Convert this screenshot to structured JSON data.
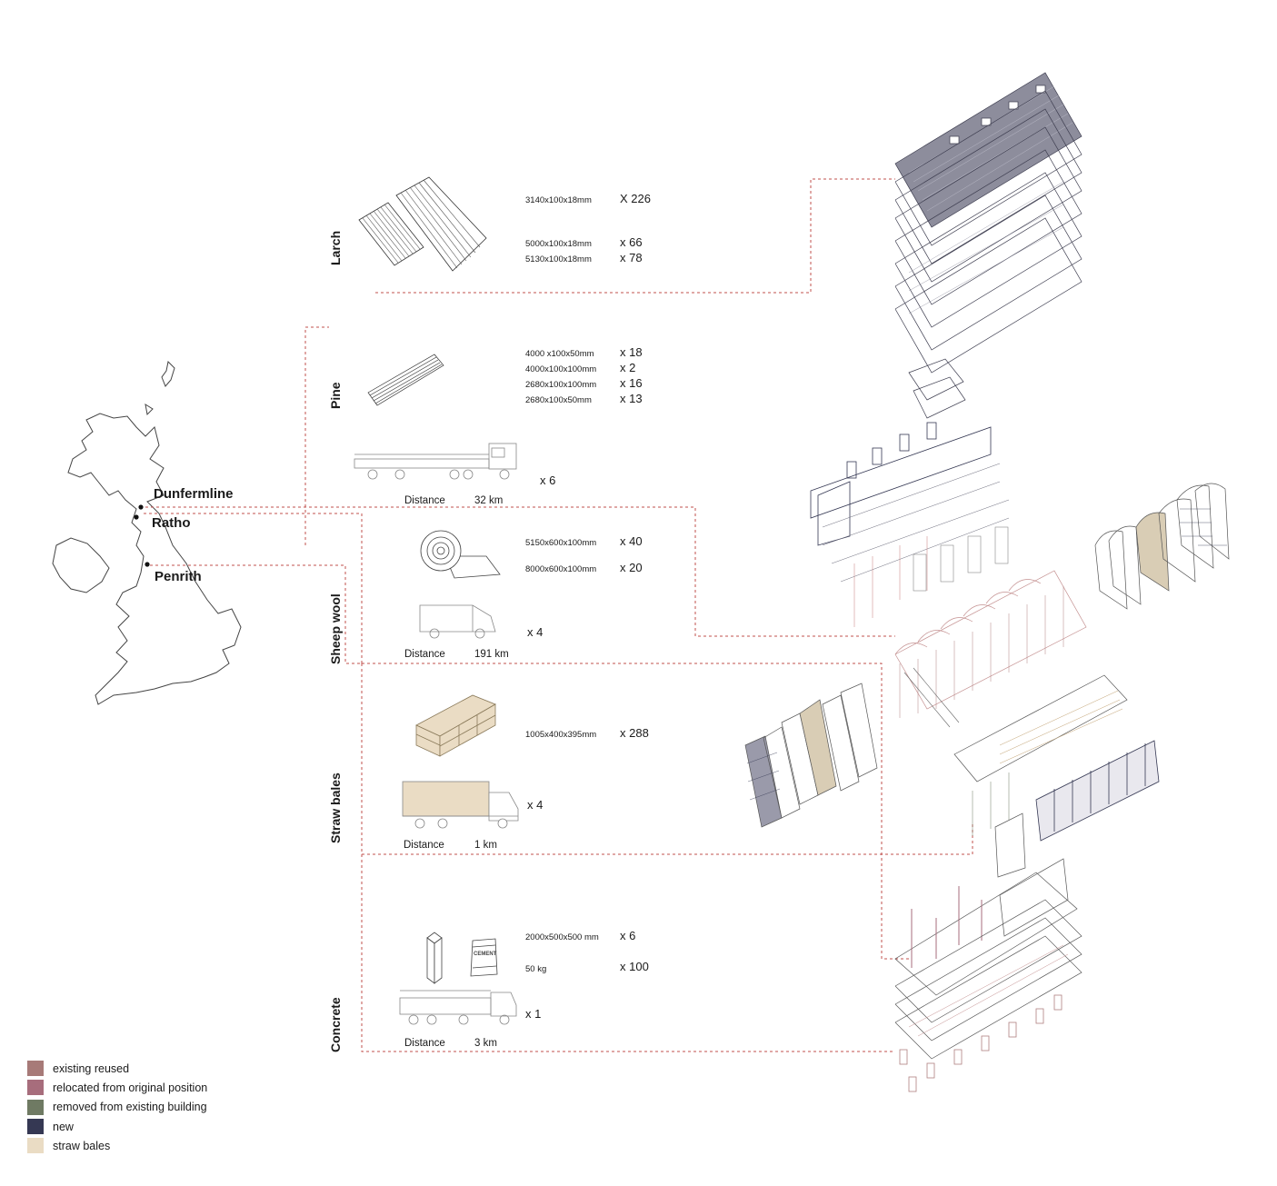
{
  "map": {
    "cities": [
      {
        "name": "Dunfermline"
      },
      {
        "name": "Ratho"
      },
      {
        "name": "Penrith"
      }
    ]
  },
  "materials": [
    {
      "name": "Larch",
      "items": [
        {
          "dims": "3140x100x18mm",
          "qty": "X 226"
        },
        {
          "dims": "5000x100x18mm",
          "qty": "x 66"
        },
        {
          "dims": "5130x100x18mm",
          "qty": "x 78"
        }
      ]
    },
    {
      "name": "Pine",
      "items": [
        {
          "dims": "4000 x100x50mm",
          "qty": "x 18"
        },
        {
          "dims": "4000x100x100mm",
          "qty": "x 2"
        },
        {
          "dims": "2680x100x100mm",
          "qty": "x 16"
        },
        {
          "dims": "2680x100x50mm",
          "qty": "x 13"
        }
      ],
      "transport": {
        "label": "Distance",
        "distance": "32 km",
        "trips": "x 6",
        "vehicle": "flatbed-truck-icon"
      }
    },
    {
      "name": "Sheep wool",
      "items": [
        {
          "dims": "5150x600x100mm",
          "qty": "x 40"
        },
        {
          "dims": "8000x600x100mm",
          "qty": "x 20"
        }
      ],
      "transport": {
        "label": "Distance",
        "distance": "191 km",
        "trips": "x 4",
        "vehicle": "van-icon"
      }
    },
    {
      "name": "Straw bales",
      "items": [
        {
          "dims": "1005x400x395mm",
          "qty": "x 288"
        }
      ],
      "transport": {
        "label": "Distance",
        "distance": "1 km",
        "trips": "x 4",
        "vehicle": "lorry-icon"
      }
    },
    {
      "name": "Concrete",
      "items": [
        {
          "dims": "2000x500x500 mm",
          "qty": "x 6"
        },
        {
          "dims": "50 kg",
          "qty": "x 100"
        }
      ],
      "cement_bag_label": "CEMENT",
      "transport": {
        "label": "Distance",
        "distance": "3 km",
        "trips": "x 1",
        "vehicle": "truck-icon"
      }
    }
  ],
  "legend": [
    {
      "label": "existing reused",
      "color": "#a77a78"
    },
    {
      "label": "relocated from original position",
      "color": "#a76d7c"
    },
    {
      "label": "removed from existing building",
      "color": "#6f7a63"
    },
    {
      "label": "new",
      "color": "#353853"
    },
    {
      "label": "straw bales",
      "color": "#eadcc4"
    }
  ],
  "colors": {
    "link_line": "#c0504d",
    "linework": "#3c3c4e"
  }
}
